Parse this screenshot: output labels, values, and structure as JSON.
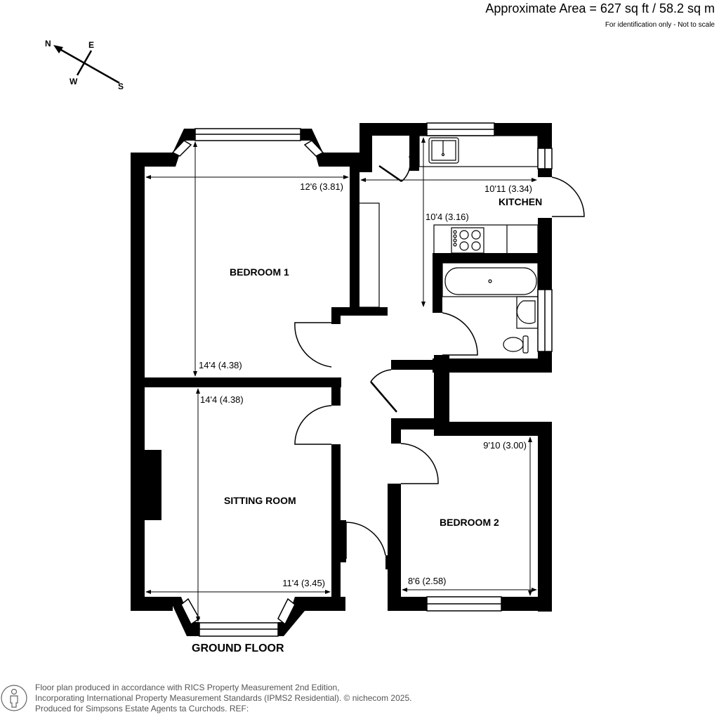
{
  "header": {
    "area_title": "Approximate Area = 627 sq ft / 58.2 sq m",
    "note": "For identification only - Not to scale"
  },
  "compass": {
    "icon": "compass-icon",
    "labels": {
      "n": "N",
      "e": "E",
      "w": "W",
      "s": "S"
    }
  },
  "floor": {
    "label": "GROUND FLOOR",
    "rooms": [
      {
        "name": "BEDROOM 1",
        "width_dim": "12'6 (3.81)",
        "length_dim": "14'4 (4.38)"
      },
      {
        "name": "KITCHEN",
        "width_dim": "10'11 (3.34)",
        "length_dim": "10'4 (3.16)"
      },
      {
        "name": "SITTING ROOM",
        "width_dim": "11'4 (3.45)",
        "length_dim": "14'4 (4.38)"
      },
      {
        "name": "BEDROOM 2",
        "width_dim": "8'6 (2.58)",
        "length_dim": "9'10 (3.00)"
      }
    ]
  },
  "footer": {
    "logo_icon": "person-icon",
    "line1": "Floor plan produced in accordance with RICS Property Measurement 2nd Edition,",
    "line2": "Incorporating International Property Measurement Standards (IPMS2 Residential).   © nichecom 2025.",
    "line3": "Produced for Simpsons Estate Agents ta Curchods.   REF:"
  },
  "colors": {
    "wall": "#000000",
    "background": "#ffffff",
    "footer_text": "#555555"
  }
}
